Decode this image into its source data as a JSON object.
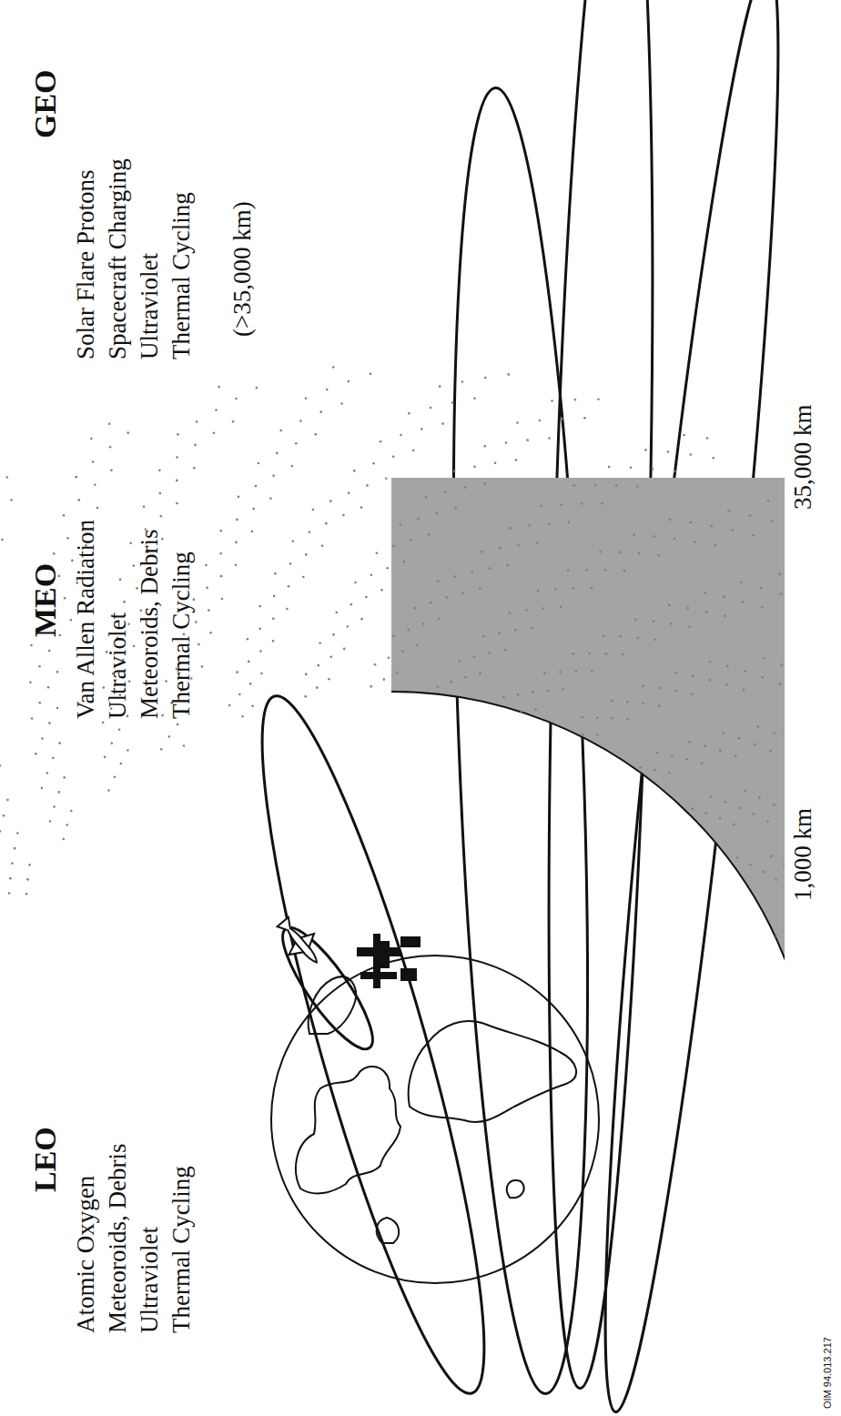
{
  "diagram": {
    "nodes": [
      {
        "text": [
          "MEO",
          "Van Allen Radiation",
          "Ultraviolet",
          "Meteoroids, Debris",
          "Thermal Cycling"
        ]
      }
    ],
    "labels": [
      "LEO",
      "Atomic Oxygen",
      "Meteoroids, Debris",
      "Ultraviolet",
      "Thermal Cycling",
      "GEO",
      "Solar Flare Protons",
      "Spacecraft Charging",
      "Ultraviolet",
      "Thermal Cycling",
      "(>35,000 km)",
      "1,000 km",
      "35,000 km",
      "OIM 94.013.217"
    ]
  }
}
